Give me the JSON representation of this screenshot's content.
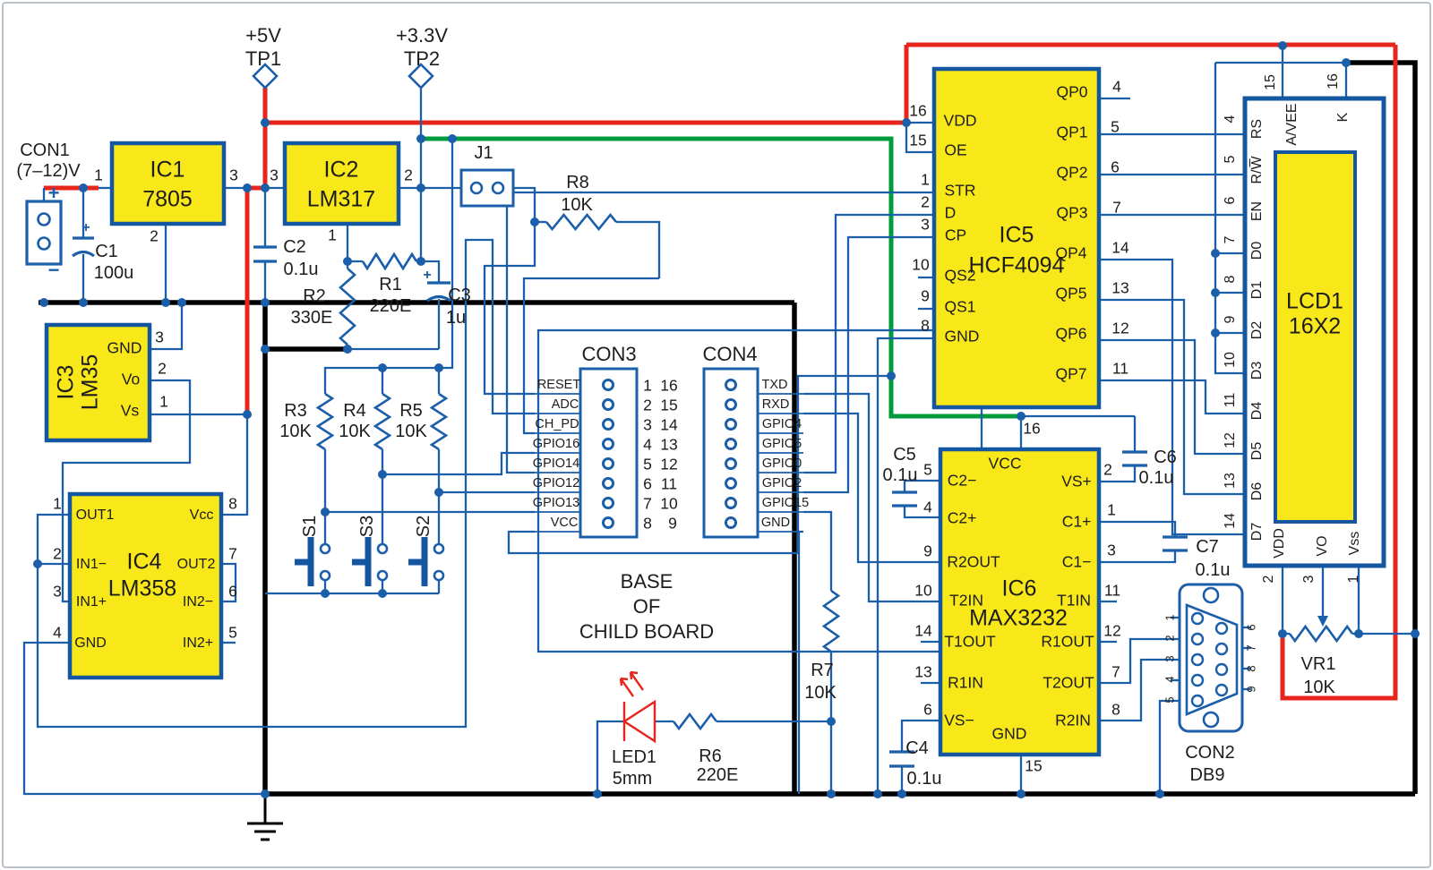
{
  "colors": {
    "wire_blue": "#1b5ea9",
    "power_red": "#e8251d",
    "rail_green": "#009b3d",
    "ground_black": "#000000",
    "ic_fill": "#f8e719"
  },
  "con1": {
    "name": "CON1",
    "range": "(7–12)V",
    "plus": "+",
    "minus": "−"
  },
  "tp1": {
    "voltage": "+5V",
    "name": "TP1"
  },
  "tp2": {
    "voltage": "+3.3V",
    "name": "TP2"
  },
  "j1": {
    "name": "J1"
  },
  "ic1": {
    "name": "IC1",
    "part": "7805",
    "pin_in": "1",
    "pin_gnd": "2",
    "pin_out": "3"
  },
  "ic2": {
    "name": "IC2",
    "part": "LM317",
    "pin_in": "3",
    "pin_out": "2",
    "pin_adj": "1"
  },
  "ic3": {
    "name": "IC3",
    "part": "LM35",
    "pins": [
      {
        "num": "3",
        "label": "GND"
      },
      {
        "num": "2",
        "label": "Vo"
      },
      {
        "num": "1",
        "label": "Vs"
      }
    ]
  },
  "ic4": {
    "name": "IC4",
    "part": "LM358",
    "left": [
      {
        "num": "1",
        "label": "OUT1"
      },
      {
        "num": "2",
        "label": "IN1−"
      },
      {
        "num": "3",
        "label": "IN1+"
      },
      {
        "num": "4",
        "label": "GND"
      }
    ],
    "right": [
      {
        "num": "8",
        "label": "Vcc"
      },
      {
        "num": "7",
        "label": "OUT2"
      },
      {
        "num": "6",
        "label": "IN2−"
      },
      {
        "num": "5",
        "label": "IN2+"
      }
    ]
  },
  "ic5": {
    "name": "IC5",
    "part": "HCF4094",
    "left": [
      {
        "num": "16",
        "label": "VDD"
      },
      {
        "num": "15",
        "label": "OE"
      },
      {
        "num": "1",
        "label": "STR"
      },
      {
        "num": "2",
        "label": "D"
      },
      {
        "num": "3",
        "label": "CP"
      },
      {
        "num": "10",
        "label": "QS2"
      },
      {
        "num": "9",
        "label": "QS1"
      },
      {
        "num": "8",
        "label": "GND"
      }
    ],
    "right": [
      {
        "num": "4",
        "label": "QP0"
      },
      {
        "num": "5",
        "label": "QP1"
      },
      {
        "num": "6",
        "label": "QP2"
      },
      {
        "num": "7",
        "label": "QP3"
      },
      {
        "num": "14",
        "label": "QP4"
      },
      {
        "num": "13",
        "label": "QP5"
      },
      {
        "num": "12",
        "label": "QP6"
      },
      {
        "num": "11",
        "label": "QP7"
      }
    ]
  },
  "ic6": {
    "name": "IC6",
    "part": "MAX3232",
    "top": {
      "num": "16",
      "label": "VCC"
    },
    "bottom": {
      "num": "15",
      "label": "GND"
    },
    "left": [
      {
        "num": "5",
        "label": "C2−"
      },
      {
        "num": "4",
        "label": "C2+"
      },
      {
        "num": "9",
        "label": "R2OUT"
      },
      {
        "num": "10",
        "label": "T2IN"
      },
      {
        "num": "14",
        "label": "T1OUT"
      },
      {
        "num": "13",
        "label": "R1IN"
      },
      {
        "num": "6",
        "label": "VS−"
      }
    ],
    "right": [
      {
        "num": "2",
        "label": "VS+"
      },
      {
        "num": "1",
        "label": "C1+"
      },
      {
        "num": "3",
        "label": "C1−"
      },
      {
        "num": "11",
        "label": "T1IN"
      },
      {
        "num": "12",
        "label": "R1OUT"
      },
      {
        "num": "7",
        "label": "T2OUT"
      },
      {
        "num": "8",
        "label": "R2IN"
      }
    ]
  },
  "lcd": {
    "name": "LCD1",
    "part": "16X2",
    "side_pins": [
      {
        "num": "4",
        "label": "RS"
      },
      {
        "num": "5",
        "label": "R/W̅"
      },
      {
        "num": "6",
        "label": "EN"
      },
      {
        "num": "7",
        "label": "D0"
      },
      {
        "num": "8",
        "label": "D1"
      },
      {
        "num": "9",
        "label": "D2"
      },
      {
        "num": "10",
        "label": "D3"
      },
      {
        "num": "11",
        "label": "D4"
      },
      {
        "num": "12",
        "label": "D5"
      },
      {
        "num": "13",
        "label": "D6"
      },
      {
        "num": "14",
        "label": "D7"
      }
    ],
    "top_pins": [
      {
        "num": "15",
        "label": "A/VEE"
      },
      {
        "num": "16",
        "label": "K"
      }
    ],
    "bottom_pins": [
      {
        "num": "2",
        "label": "VDD"
      },
      {
        "num": "3",
        "label": "VO"
      },
      {
        "num": "1",
        "label": "Vss"
      }
    ]
  },
  "con2": {
    "name": "CON2",
    "part": "DB9",
    "left_pins": [
      "1",
      "2",
      "3",
      "4",
      "5"
    ],
    "right_pins": [
      "6",
      "7",
      "8",
      "9"
    ]
  },
  "con3": {
    "name": "CON3",
    "labels": [
      "RESET",
      "ADC",
      "CH_PD",
      "GPIO16",
      "GPIO14",
      "GPIO12",
      "GPIO13",
      "VCC"
    ],
    "nums": [
      "1",
      "2",
      "3",
      "4",
      "5",
      "6",
      "7",
      "8"
    ]
  },
  "con4": {
    "name": "CON4",
    "nums": [
      "16",
      "15",
      "14",
      "13",
      "12",
      "11",
      "10",
      "9"
    ],
    "labels": [
      "TXD",
      "RXD",
      "GPIO4",
      "GPIO5",
      "GPIO0",
      "GPIO2",
      "GPIO15",
      "GND"
    ]
  },
  "resistors": {
    "r1": {
      "name": "R1",
      "value": "220E"
    },
    "r2": {
      "name": "R2",
      "value": "330E"
    },
    "r3": {
      "name": "R3",
      "value": "10K"
    },
    "r4": {
      "name": "R4",
      "value": "10K"
    },
    "r5": {
      "name": "R5",
      "value": "10K"
    },
    "r6": {
      "name": "R6",
      "value": "220E"
    },
    "r7": {
      "name": "R7",
      "value": "10K"
    },
    "r8": {
      "name": "R8",
      "value": "10K"
    },
    "vr1": {
      "name": "VR1",
      "value": "10K"
    }
  },
  "capacitors": {
    "c1": {
      "name": "C1",
      "value": "100u",
      "plus": "+"
    },
    "c2": {
      "name": "C2",
      "value": "0.1u"
    },
    "c3": {
      "name": "C3",
      "value": "1u",
      "plus": "+"
    },
    "c4": {
      "name": "C4",
      "value": "0.1u"
    },
    "c5": {
      "name": "C5",
      "value": "0.1u"
    },
    "c6": {
      "name": "C6",
      "value": "0.1u"
    },
    "c7": {
      "name": "C7",
      "value": "0.1u"
    }
  },
  "led1": {
    "name": "LED1",
    "size": "5mm"
  },
  "switches": {
    "s1": "S1",
    "s3": "S3",
    "s2": "S2"
  },
  "note": {
    "line1": "BASE",
    "line2": "OF",
    "line3": "CHILD BOARD"
  }
}
